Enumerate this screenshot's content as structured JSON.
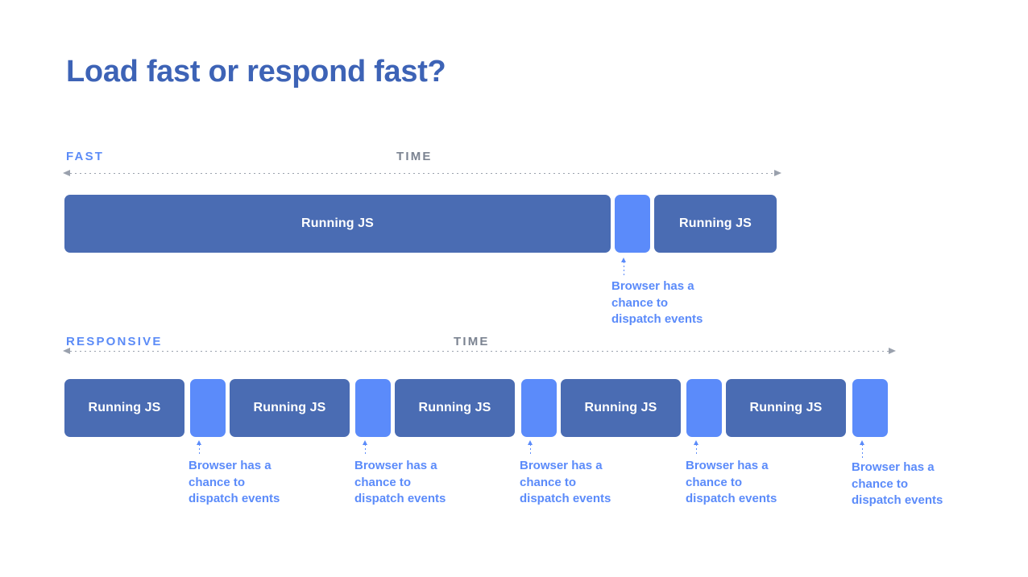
{
  "slide": {
    "title": "Load fast or respond fast?",
    "background_color": "#ffffff",
    "title_color": "#3d63b6",
    "accent_dark_blue": "#4a6cb3",
    "accent_light_blue": "#5b8bfa",
    "axis_gray": "#7b8391"
  },
  "sections": [
    {
      "mode_label": "FAST",
      "time_label": "TIME",
      "blocks": [
        {
          "kind": "js",
          "label": "Running JS"
        },
        {
          "kind": "gap",
          "label": ""
        },
        {
          "kind": "js",
          "label": "Running JS"
        }
      ],
      "callouts": [
        {
          "text": "Browser has a\nchance to\ndispatch events"
        }
      ]
    },
    {
      "mode_label": "RESPONSIVE",
      "time_label": "TIME",
      "blocks": [
        {
          "kind": "js",
          "label": "Running JS"
        },
        {
          "kind": "gap",
          "label": ""
        },
        {
          "kind": "js",
          "label": "Running JS"
        },
        {
          "kind": "gap",
          "label": ""
        },
        {
          "kind": "js",
          "label": "Running JS"
        },
        {
          "kind": "gap",
          "label": ""
        },
        {
          "kind": "js",
          "label": "Running JS"
        },
        {
          "kind": "gap",
          "label": ""
        },
        {
          "kind": "js",
          "label": "Running JS"
        },
        {
          "kind": "gap",
          "label": ""
        }
      ],
      "callouts": [
        {
          "text": "Browser has a\nchance to\ndispatch events"
        },
        {
          "text": "Browser has a\nchance to\ndispatch events"
        },
        {
          "text": "Browser has a\nchance to\ndispatch events"
        },
        {
          "text": "Browser has a\nchance to\ndispatch events"
        },
        {
          "text": "Browser has a\nchance to\ndispatch events"
        }
      ]
    }
  ]
}
